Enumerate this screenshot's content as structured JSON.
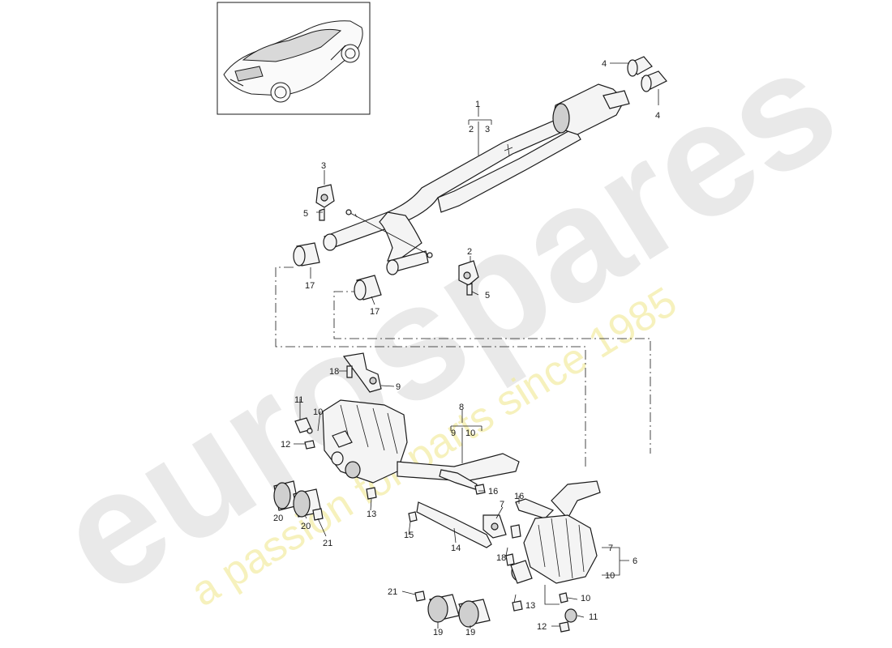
{
  "watermark": {
    "brand": "eurospares",
    "tagline": "a passion for parts since 1985"
  },
  "thumbnail": {
    "icon": "car-thumbnail-icon"
  },
  "callouts": {
    "c1": "1",
    "c2a": "2",
    "c3a": "3",
    "c3": "3",
    "c5a": "5",
    "c4a": "4",
    "c4b": "4",
    "c2": "2",
    "c5b": "5",
    "c17a": "17",
    "c17b": "17",
    "c18a": "18",
    "c9a": "9",
    "c11a": "11",
    "c10a": "10",
    "c12a": "12",
    "c8": "8",
    "c9b": "9",
    "c10b": "10",
    "c20a": "20",
    "c20b": "20",
    "c21a": "21",
    "c13a": "13",
    "c16a": "16",
    "c16b": "16",
    "c7a": "7",
    "c15": "15",
    "c14": "14",
    "c18b": "18",
    "c7b": "7",
    "c10c": "10",
    "c6": "6",
    "c21b": "21",
    "c13b": "13",
    "c19a": "19",
    "c19b": "19",
    "c10d": "10",
    "c11b": "11",
    "c12b": "12"
  }
}
